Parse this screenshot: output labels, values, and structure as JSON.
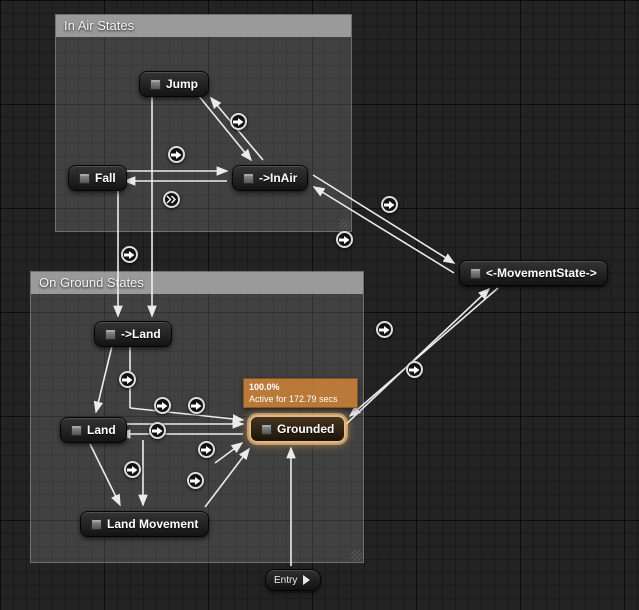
{
  "comments": [
    {
      "title": "In Air States"
    },
    {
      "title": "On Ground States"
    }
  ],
  "nodes": {
    "jump": {
      "label": "Jump"
    },
    "fall": {
      "label": "Fall"
    },
    "inair": {
      "label": "->InAir"
    },
    "to_land": {
      "label": "->Land"
    },
    "land": {
      "label": "Land"
    },
    "land_movement": {
      "label": "Land Movement"
    },
    "grounded": {
      "label": "Grounded"
    },
    "movement_state": {
      "label": "<-MovementState->"
    },
    "entry": {
      "label": "Entry"
    }
  },
  "tooltip": {
    "percent": "100.0%",
    "status": "Active for 172.79 secs"
  },
  "colors": {
    "active_border": "#e7b77c",
    "tooltip_bg": "#c67f39",
    "wire": "#f5f5f5"
  }
}
